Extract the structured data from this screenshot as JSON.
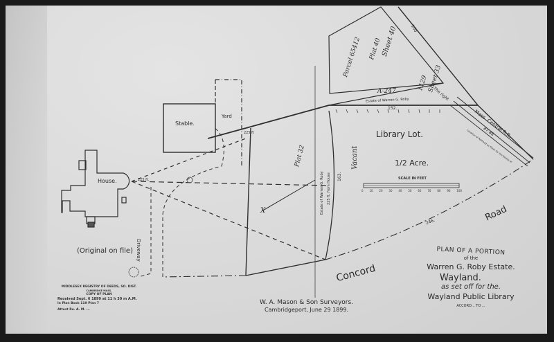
{
  "title_block": {
    "line1": "PLAN OF A PORTION",
    "line2": "of the",
    "line3": "Warren G. Roby Estate.",
    "line4": "Wayland.",
    "line5": "as set off for the.",
    "line6": "Wayland Public Library",
    "line7": "ACCORD... TO ..."
  },
  "surveyor": {
    "name": "W. A. Mason & Son Surveyors.",
    "place_date": "Cambridgeport, June 29 1899."
  },
  "registry_stamp": {
    "line1": "MIDDLESEX REGISTRY OF DEEDS, SO. DIST.",
    "line2": "CAMBRIDGE MASS.",
    "line3": "COPY OF PLAN",
    "received": "Received Sept. 6 1899 at 11 h 30 m A.M.",
    "book": "In Plan Book 119   Plan 7",
    "attest": "Attest  Re.   A. M. ..."
  },
  "labels": {
    "house": "House.",
    "house_dist": "225 ft.",
    "stable": "Stable.",
    "yard": "Yard",
    "original": "(Original on file)",
    "driveway": "Driveway",
    "library_lot": "Library Lot.",
    "acre": "1/2 Acre.",
    "scale_title": "SCALE IN FEET",
    "scale_ticks": [
      "0",
      "10",
      "20",
      "30",
      "40",
      "50",
      "60",
      "70",
      "80",
      "90",
      "100"
    ],
    "estate_top": "Estate of Warren G. Roby",
    "dim_top": "152.",
    "dim_left": "163.",
    "dim_road": "246.",
    "estate_curve": "Estate of Warren G. Roby",
    "curve_note": "225 ft. from House",
    "railroad": "Mass. Central R.R.",
    "rr_dim": "87.88",
    "rr_note": "Location of Railroad as Filed, for the Estate of",
    "road": "Road",
    "concord": "Concord",
    "right": "The right",
    "dim_100": "100",
    "dim_left_corner": "225 ft",
    "hand_parcel": "Parcel 65412",
    "hand_plat40": "Plat 40",
    "hand_sheet40": "Sheet 40",
    "hand_plat32": "Plat 32",
    "hand_1129": "1129",
    "hand_sheet33": "Sheet 33",
    "hand_a247": "A-247",
    "hand_vacant": "Vacant",
    "hand_x": "X"
  },
  "colors": {
    "paper": "#dcdcdc",
    "ink": "#2a2a2a",
    "border": "#1a1a1a"
  }
}
